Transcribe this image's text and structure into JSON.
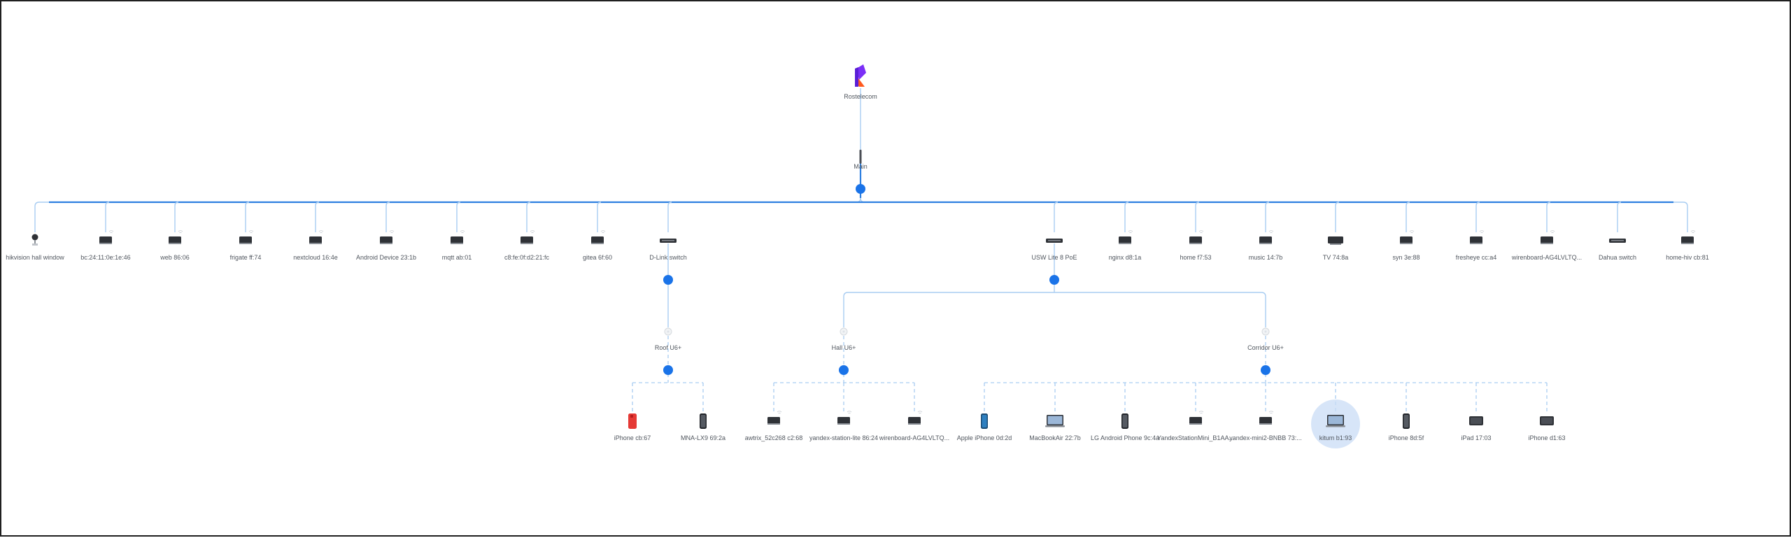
{
  "topology": {
    "root": {
      "label": "Rostelecom",
      "icon": "rostelecom-logo-icon",
      "colors": {
        "purple": "#7b2ff7",
        "orange": "#ff5a1f"
      }
    },
    "gateway": {
      "label": "Main",
      "icon": "gateway-icon"
    },
    "tier1": [
      {
        "label": "hikvision hall window",
        "icon": "camera-icon"
      },
      {
        "label": "bc:24:11:0e:1e:46",
        "icon": "server-icon"
      },
      {
        "label": "web 86:06",
        "icon": "server-icon"
      },
      {
        "label": "frigate ff:74",
        "icon": "server-icon"
      },
      {
        "label": "nextcloud 16:4e",
        "icon": "server-icon"
      },
      {
        "label": "Android Device 23:1b",
        "icon": "server-icon"
      },
      {
        "label": "mqtt ab:01",
        "icon": "server-icon"
      },
      {
        "label": "c8:fe:0f:d2:21:fc",
        "icon": "server-icon"
      },
      {
        "label": "gitea 6f:60",
        "icon": "server-icon"
      },
      {
        "label": "D-Link switch",
        "icon": "switch-icon"
      },
      {
        "label": "USW Lite 8 PoE",
        "icon": "switch-icon"
      },
      {
        "label": "nginx d8:1a",
        "icon": "server-icon"
      },
      {
        "label": "home f7:53",
        "icon": "server-icon"
      },
      {
        "label": "music 14:7b",
        "icon": "server-icon"
      },
      {
        "label": "TV 74:8a",
        "icon": "tv-icon"
      },
      {
        "label": "syn 3e:88",
        "icon": "server-icon"
      },
      {
        "label": "fresheye cc:a4",
        "icon": "server-icon"
      },
      {
        "label": "wirenboard-AG4LVLTQ...",
        "icon": "server-icon"
      },
      {
        "label": "Dahua switch",
        "icon": "switch-icon"
      },
      {
        "label": "home-hiv cb:81",
        "icon": "server-icon"
      }
    ],
    "access_points": [
      {
        "label": "Roof U6+",
        "icon": "access-point-icon"
      },
      {
        "label": "Hall U6+",
        "icon": "access-point-icon"
      },
      {
        "label": "Corridor U6+",
        "icon": "access-point-icon"
      }
    ],
    "clients": [
      {
        "label": "iPhone cb:67",
        "icon": "iphone-red-icon"
      },
      {
        "label": "MNA-LX9 69:2a",
        "icon": "phone-icon"
      },
      {
        "label": "awtrix_52c268 c2:68",
        "icon": "server-icon"
      },
      {
        "label": "yandex-station-lite 86:24",
        "icon": "server-icon"
      },
      {
        "label": "wirenboard-AG4LVLTQ...",
        "icon": "server-icon"
      },
      {
        "label": "Apple iPhone 0d:2d",
        "icon": "iphone-blue-icon"
      },
      {
        "label": "MacBookAir 22:7b",
        "icon": "laptop-icon"
      },
      {
        "label": "LG Android Phone 9c:4a",
        "icon": "phone-icon"
      },
      {
        "label": "YandexStationMini_B1AA...",
        "icon": "server-icon"
      },
      {
        "label": "yandex-mini2-BNBB 73:...",
        "icon": "server-icon"
      },
      {
        "label": "kitum b1:93",
        "icon": "laptop-icon"
      },
      {
        "label": "iPhone 8d:5f",
        "icon": "phone-icon"
      },
      {
        "label": "iPad 17:03",
        "icon": "tablet-icon"
      },
      {
        "label": "iPhone d1:63",
        "icon": "tablet-icon"
      }
    ],
    "colors": {
      "link": "#a9cdf2",
      "link_main": "#2d7fe0",
      "hub": "#1a73e8",
      "highlight": "#c9dcf5"
    }
  }
}
